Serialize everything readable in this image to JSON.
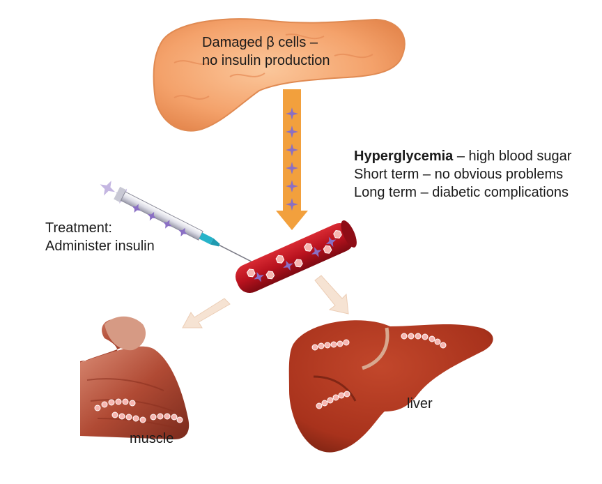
{
  "pancreas": {
    "line1": "Damaged β cells –",
    "line2": "no insulin production"
  },
  "hyperglycemia": {
    "term": "Hyperglycemia",
    "definition": " – high blood sugar",
    "short_term": "Short term – no obvious problems",
    "long_term": "Long term – diabetic complications"
  },
  "treatment": {
    "line1": "Treatment:",
    "line2": "Administer insulin"
  },
  "organs": {
    "muscle": "muscle",
    "liver": "liver"
  },
  "colors": {
    "pancreas": "#f4a26b",
    "arrow": "#f2a03d",
    "insulin_star": "#8a6fc4",
    "blood_vessel": "#b8121e",
    "glucose": "#f7b5b0",
    "liver": "#a8321c",
    "muscle": "#b04a34",
    "faded_arrow": "#f6e3d3"
  }
}
